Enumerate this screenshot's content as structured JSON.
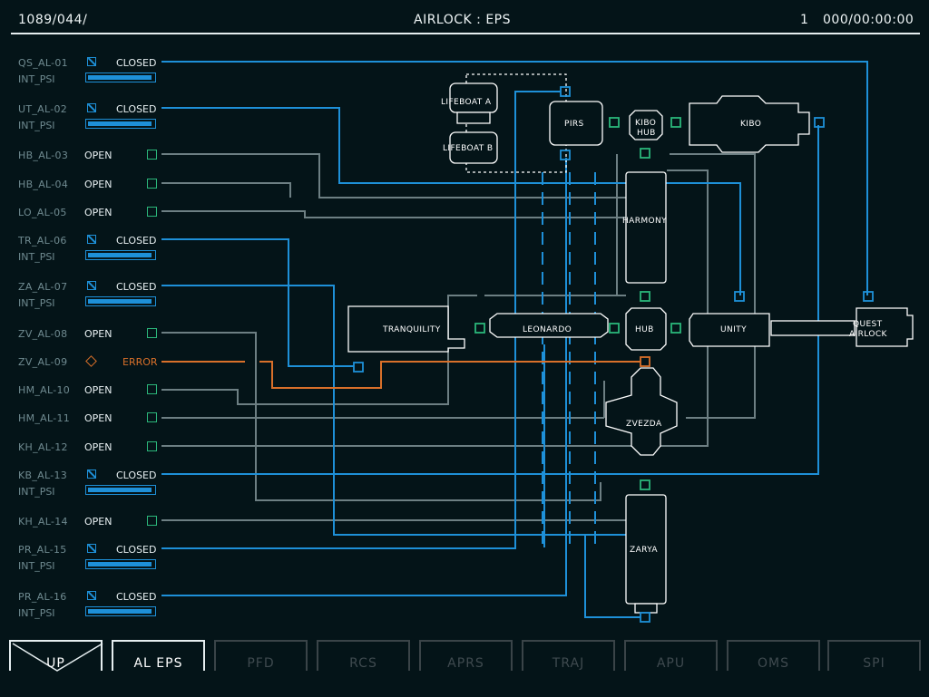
{
  "header": {
    "left": "1089/044/",
    "title": "AIRLOCK : EPS",
    "right_num": "1",
    "right_time": "000/00:00:00"
  },
  "airlocks": [
    {
      "id": "QS_AL-01",
      "status": "CLOSED",
      "psi_label": "INT_PSI",
      "psi": 1.0
    },
    {
      "id": "UT_AL-02",
      "status": "CLOSED",
      "psi_label": "INT_PSI",
      "psi": 1.0
    },
    {
      "id": "HB_AL-03",
      "status": "OPEN"
    },
    {
      "id": "HB_AL-04",
      "status": "OPEN"
    },
    {
      "id": "LO_AL-05",
      "status": "OPEN"
    },
    {
      "id": "TR_AL-06",
      "status": "CLOSED",
      "psi_label": "INT_PSI",
      "psi": 1.0
    },
    {
      "id": "ZA_AL-07",
      "status": "CLOSED",
      "psi_label": "INT_PSI",
      "psi": 1.0
    },
    {
      "id": "ZV_AL-08",
      "status": "OPEN"
    },
    {
      "id": "ZV_AL-09",
      "status": "ERROR"
    },
    {
      "id": "HM_AL-10",
      "status": "OPEN"
    },
    {
      "id": "HM_AL-11",
      "status": "OPEN"
    },
    {
      "id": "KH_AL-12",
      "status": "OPEN"
    },
    {
      "id": "KB_AL-13",
      "status": "CLOSED",
      "psi_label": "INT_PSI",
      "psi": 1.0
    },
    {
      "id": "KH_AL-14",
      "status": "OPEN"
    },
    {
      "id": "PR_AL-15",
      "status": "CLOSED",
      "psi_label": "INT_PSI",
      "psi": 1.0
    },
    {
      "id": "PR_AL-16",
      "status": "CLOSED",
      "psi_label": "INT_PSI",
      "psi": 1.0
    }
  ],
  "modules": {
    "lifeboat_a": "LIFEBOAT A",
    "lifeboat_b": "LIFEBOAT B",
    "pirs": "PIRS",
    "kibo_hub_1": "KIBO",
    "kibo_hub_2": "HUB",
    "kibo": "KIBO",
    "harmony": "HARMONY",
    "tranquility": "TRANQUILITY",
    "leonardo": "LEONARDO",
    "hub": "HUB",
    "unity": "UNITY",
    "quest_1": "QUEST",
    "quest_2": "AIRLOCK",
    "zvezda": "ZVEZDA",
    "zarya": "ZARYA"
  },
  "tabs": [
    {
      "label": "UP",
      "state": "up"
    },
    {
      "label": "AL EPS",
      "state": "active"
    },
    {
      "label": "PFD",
      "state": "inactive"
    },
    {
      "label": "RCS",
      "state": "inactive"
    },
    {
      "label": "APRS",
      "state": "inactive"
    },
    {
      "label": "TRAJ",
      "state": "inactive"
    },
    {
      "label": "APU",
      "state": "inactive"
    },
    {
      "label": "OMS",
      "state": "inactive"
    },
    {
      "label": "SPI",
      "state": "inactive"
    }
  ],
  "colors": {
    "closed": "#1e90d8",
    "open": "#2bb67a",
    "error": "#d9702a",
    "line_grey": "#6d7f83",
    "bg": "#041418"
  }
}
